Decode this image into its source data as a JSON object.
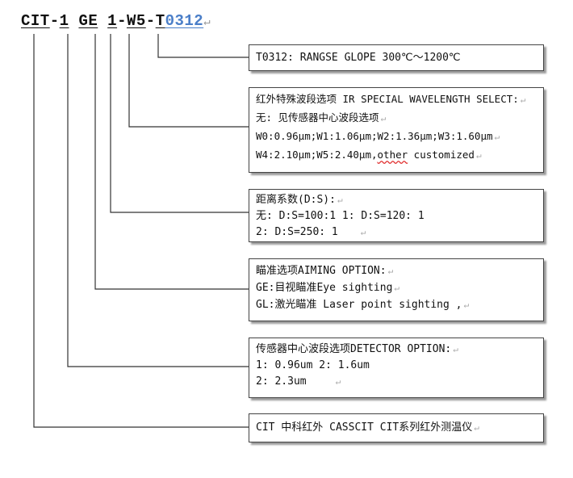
{
  "model_code": {
    "p1": "CIT",
    "d1": "-",
    "p2": "1",
    "p3": "GE",
    "p4": "1",
    "d2": "-",
    "p5": "W5",
    "d3": "-",
    "p6a": "T",
    "p6b": "0312"
  },
  "boxes": {
    "temp": {
      "l1": "T0312: RANGSE GLOPE 300℃～1200℃"
    },
    "wavelength": {
      "l1": "红外特殊波段选项 IR SPECIAL WAVELENGTH SELECT:",
      "l2": "无: 见传感器中心波段选项",
      "l3": "W0:0.96μm;W1:1.06μm;W2:1.36μm;W3:1.60μm",
      "l4a": "W4:2.10μm;W5:2.40μm,",
      "l4b": "other",
      "l4c": " customized"
    },
    "distance": {
      "l1": "距离系数(D:S):",
      "l2": "无: D:S=100:1   1: D:S=120: 1",
      "l3": "2: D:S=250: 1"
    },
    "aiming": {
      "l1": "瞄准选项AIMING OPTION:",
      "l2": "GE:目视瞄准Eye sighting",
      "l3": "GL:激光瞄准 Laser point sighting ,"
    },
    "detector": {
      "l1": "传感器中心波段选项DETECTOR OPTION:",
      "l2": "1: 0.96um   2: 1.6um",
      "l3": "2: 2.3um"
    },
    "series": {
      "l1": "CIT 中科红外 CASSCIT CIT系列红外测温仪"
    }
  }
}
